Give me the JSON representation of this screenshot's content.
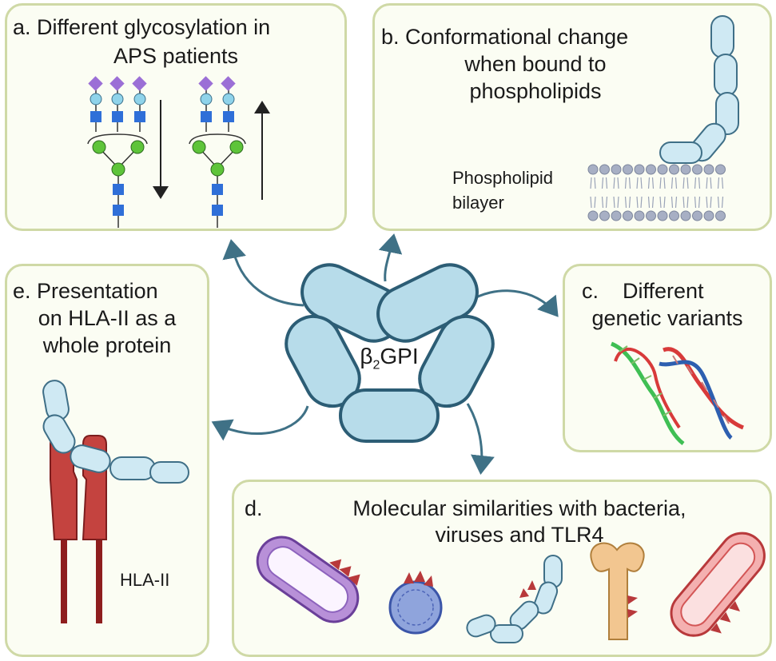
{
  "center": {
    "label_main": "β",
    "label_sub": "2",
    "label_tail": "GPI"
  },
  "panels": {
    "a": {
      "line1": "a. Different glycosylation in",
      "line2": "APS patients"
    },
    "b": {
      "line1": "b. Conformational change",
      "line2": "when bound to",
      "line3": "phospholipids",
      "bilayer_line1": "Phospholipid",
      "bilayer_line2": "bilayer"
    },
    "c": {
      "line1": "c.    Different",
      "line2": "genetic variants"
    },
    "d": {
      "letter": "d.",
      "line1": "Molecular similarities with bacteria,",
      "line2": "viruses and TLR4"
    },
    "e": {
      "line1": "e. Presentation",
      "line2": "on HLA-II as a",
      "line3": "whole protein",
      "hla_label": "HLA-II"
    }
  },
  "colors": {
    "panel_border": "#cfd9a6",
    "capsule_fill": "#cfe9f3",
    "arrow": "#3f7186",
    "glycan_sialic": "#9b6fd6",
    "glycan_galactose": "#8fd3ea",
    "glycan_glcnac": "#2f6fd8",
    "glycan_mannose": "#5ec43a",
    "hla": "#c4433f",
    "dna_red": "#d83a3a",
    "dna_green": "#3fbf54",
    "dna_blue": "#2d5fb0"
  }
}
